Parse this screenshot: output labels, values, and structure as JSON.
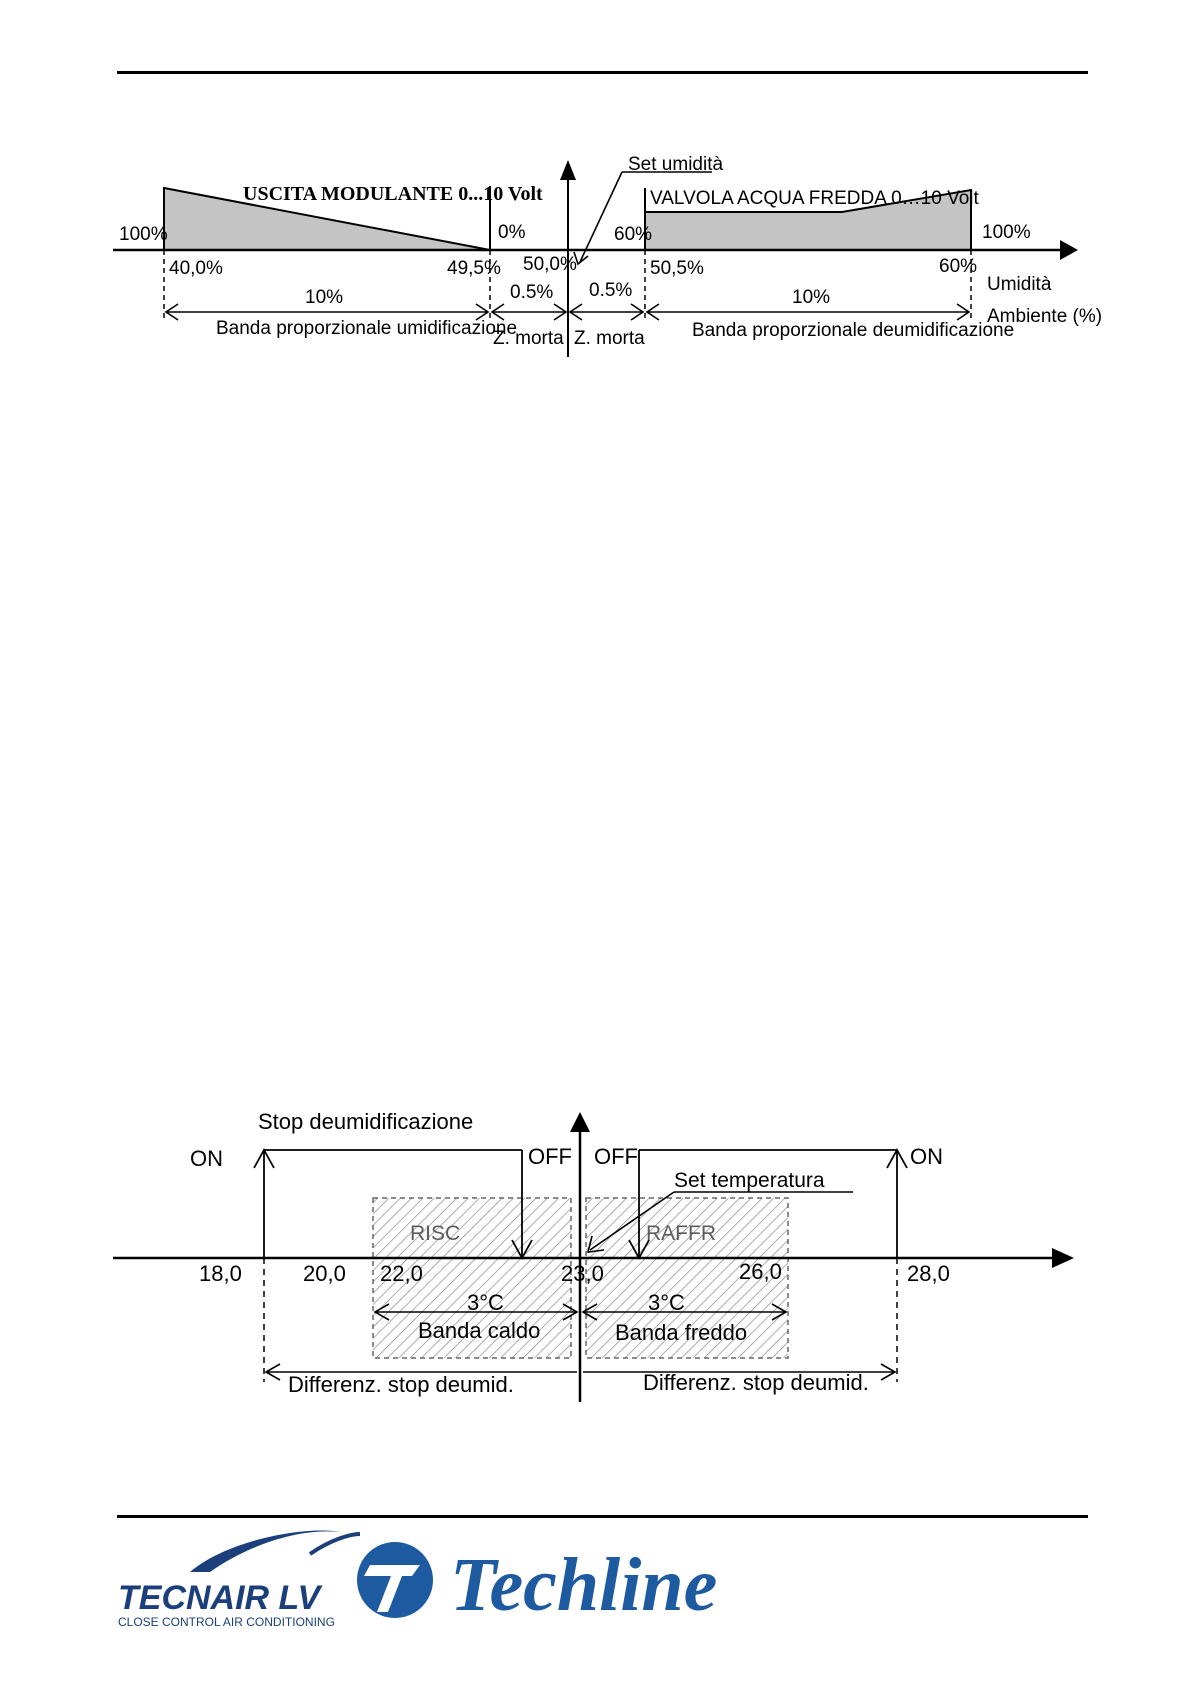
{
  "humidity_diagram": {
    "labels": {
      "modulating_output": "USCITA MODULANTE 0...10 Volt",
      "chilled_water_valve": "VALVOLA ACQUA FREDDA 0…10 Volt",
      "set_humidity": "Set umidità",
      "hum_100_left": "100%",
      "hum_0": "0%",
      "dehum_60_start": "60%",
      "dehum_100": "100%",
      "val_40": "40,0%",
      "val_49_5": "49,5%",
      "val_50": "50,0%",
      "val_50_5": "50,5%",
      "val_60": "60%",
      "band_10_left": "10%",
      "band_10_right": "10%",
      "dead_05_left": "0.5%",
      "dead_05_right": "0.5%",
      "band_humid": "Banda proporzionale umidificazione",
      "band_dehumid": "Banda proporzionale deumidificazione",
      "dead_zone_left": "Z. morta",
      "dead_zone_right": "Z. morta",
      "axis_label_1": "Umidità",
      "axis_label_2": "Ambiente (%)"
    }
  },
  "temperature_diagram": {
    "labels": {
      "stop_dehum": "Stop deumidificazione",
      "on_left": "ON",
      "on_right": "ON",
      "off_left": "OFF",
      "off_right": "OFF",
      "set_temp": "Set temperatura",
      "risc": "RISC",
      "raffr": "RAFFR",
      "t18": "18,0",
      "t20": "20,0",
      "t22": "22,0",
      "t23": "23,0",
      "t26": "26,0",
      "t28": "28,0",
      "band_3c_left": "3°C",
      "band_3c_right": "3°C",
      "band_heat": "Banda caldo",
      "band_cool": "Banda freddo",
      "diff_left": "Differenz. stop deumid.",
      "diff_right": "Differenz. stop deumid."
    }
  },
  "footer": {
    "brand1_main": "TECNAIR LV",
    "brand1_sub": "CLOSE CONTROL AIR CONDITIONING",
    "brand2": "Techline",
    "brand2_colour": "#1e5aa0",
    "brand1_colour": "#1a3f7a"
  }
}
